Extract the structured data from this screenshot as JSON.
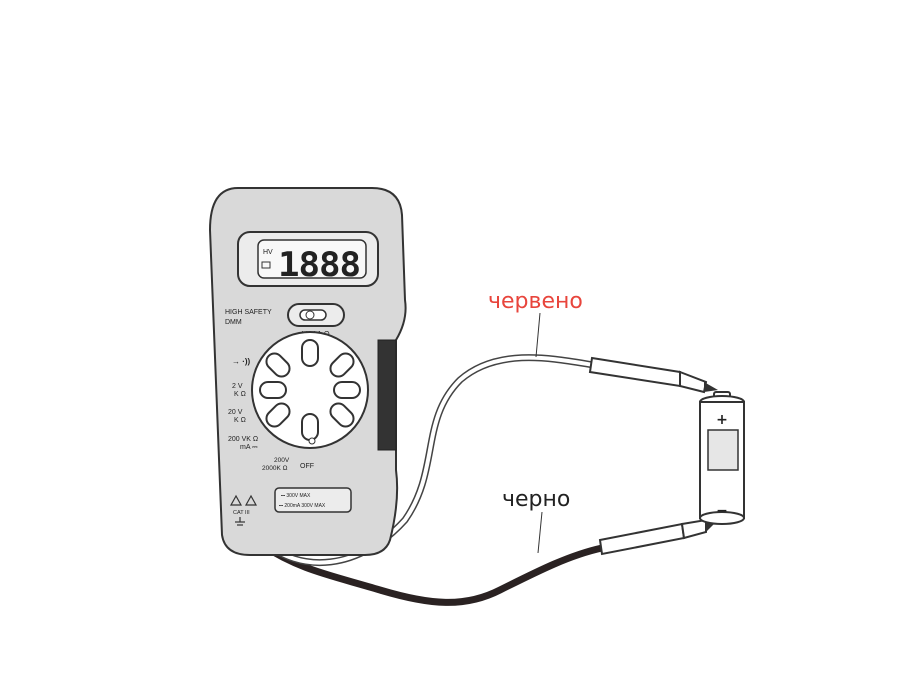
{
  "labels": {
    "red_lead": "червено",
    "black_lead": "черно"
  },
  "colors": {
    "red_label": "#e8453c",
    "black_label": "#222222",
    "body": "#d9d9d9",
    "dark_cable": "#2a2222"
  },
  "meter": {
    "display": "1888",
    "display_hv": "HV",
    "brand_line1": "HIGH SAFETY",
    "brand_line2": "DMM",
    "switch_marks": "V  V A Ω",
    "ranges": [
      {
        "label": "→ ·))"
      },
      {
        "label": "2 V",
        "sub": "K Ω"
      },
      {
        "label": "20 V",
        "sub": "K Ω"
      },
      {
        "label": "200 VK Ω",
        "sub": "mA ⎓"
      },
      {
        "label": "200V",
        "sub": "2000K Ω"
      },
      {
        "label": "OFF"
      }
    ],
    "cat": "CAT III",
    "rating1": "⎓ 300V MAX",
    "rating2": "⎓ 200mA 300V MAX"
  },
  "battery": {
    "plus": "+",
    "minus": "−"
  }
}
